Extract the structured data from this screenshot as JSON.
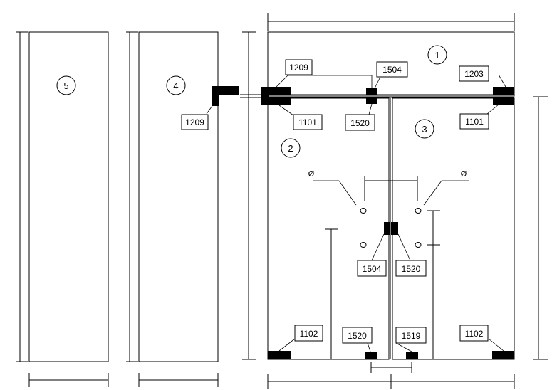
{
  "panels": {
    "p1": "1",
    "p2": "2",
    "p3": "3",
    "p4": "4",
    "p5": "5"
  },
  "parts": {
    "l1209_left": "1209",
    "l1209_top": "1209",
    "l1504_top": "1504",
    "l1203": "1203",
    "l1101_left": "1101",
    "l1520_top": "1520",
    "l1101_right": "1101",
    "l1504_mid": "1504",
    "l1520_mid": "1520",
    "l1102_left": "1102",
    "l1520_bottom": "1520",
    "l1519": "1519",
    "l1102_right": "1102"
  },
  "symbols": {
    "diameter_left": "Ø",
    "diameter_right": "Ø"
  }
}
